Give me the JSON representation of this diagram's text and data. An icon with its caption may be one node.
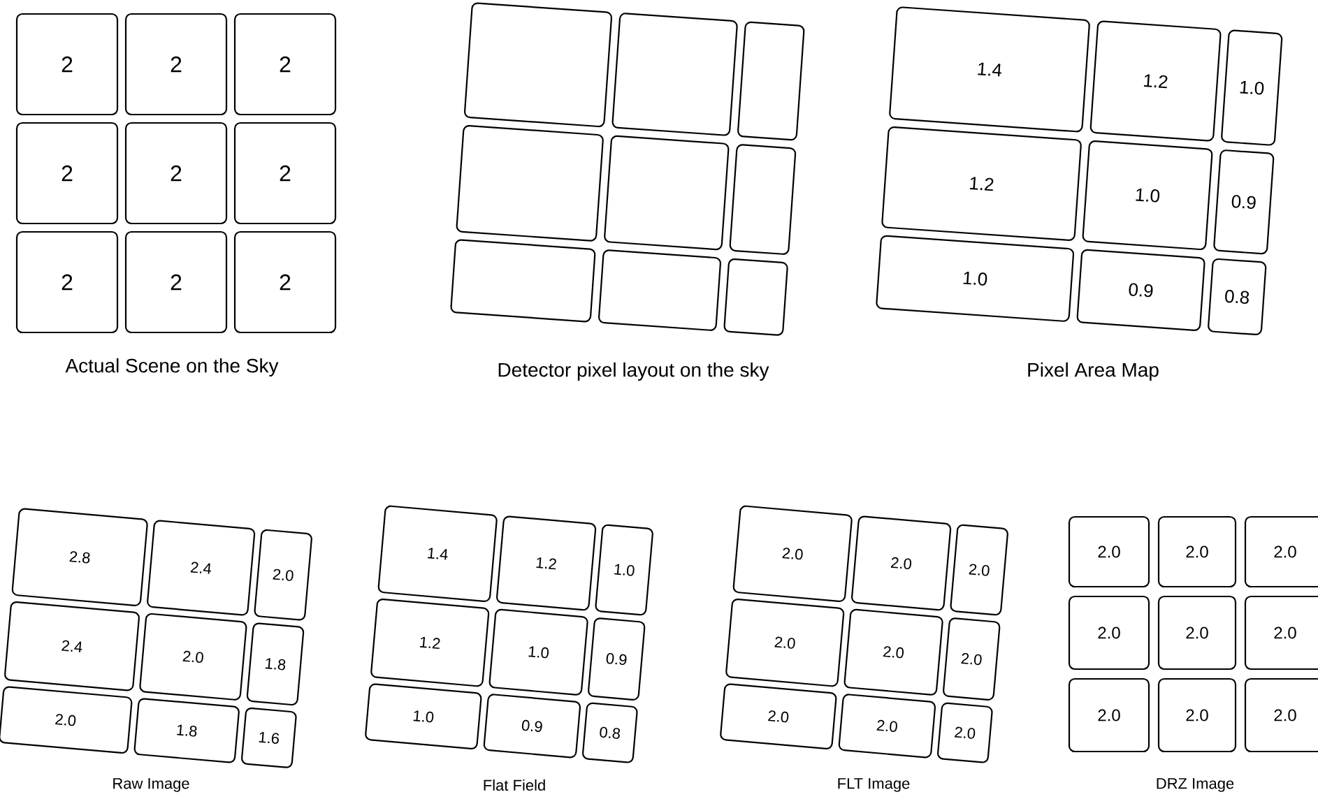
{
  "diagram": {
    "nodes": [
      {
        "text": [
          "2"
        ]
      },
      {
        "text": [
          "2"
        ]
      },
      {
        "text": [
          "2"
        ]
      },
      {
        "text": [
          "2"
        ]
      },
      {
        "text": [
          "2"
        ]
      },
      {
        "text": [
          "2"
        ]
      },
      {
        "text": [
          "2"
        ]
      },
      {
        "text": [
          "2"
        ]
      },
      {
        "text": [
          "2"
        ]
      },
      {
        "text": [],
        "shape": "box"
      },
      {
        "text": [],
        "shape": "box"
      },
      {
        "text": [],
        "shape": "box"
      },
      {
        "text": [],
        "shape": "box"
      },
      {
        "text": [],
        "shape": "box"
      },
      {
        "text": [],
        "shape": "box"
      },
      {
        "text": [],
        "shape": "box"
      },
      {
        "text": [],
        "shape": "box"
      },
      {
        "text": [],
        "shape": "box"
      },
      {
        "text": [
          "1.4"
        ]
      },
      {
        "text": [
          "1.2"
        ]
      },
      {
        "text": [
          "1.0"
        ]
      },
      {
        "text": [
          "1.2"
        ]
      },
      {
        "text": [
          "1.0"
        ]
      },
      {
        "text": [
          "0.9"
        ]
      },
      {
        "text": [
          "1.0"
        ]
      },
      {
        "text": [
          "0.9"
        ]
      },
      {
        "text": [
          "0.8"
        ]
      },
      {
        "text": [
          "2.8"
        ]
      },
      {
        "text": [
          "2.4"
        ]
      },
      {
        "text": [
          "2.0"
        ]
      },
      {
        "text": [
          "2.4"
        ]
      },
      {
        "text": [
          "2.0"
        ]
      },
      {
        "text": [
          "1.8"
        ]
      },
      {
        "text": [
          "2.0"
        ]
      },
      {
        "text": [
          "1.8"
        ]
      },
      {
        "text": [
          "1.6"
        ]
      },
      {
        "text": [
          "1.4"
        ]
      },
      {
        "text": [
          "1.2"
        ]
      },
      {
        "text": [
          "1.0"
        ]
      },
      {
        "text": [
          "1.2"
        ]
      },
      {
        "text": [
          "1.0"
        ]
      },
      {
        "text": [
          "0.9"
        ]
      },
      {
        "text": [
          "1.0"
        ]
      },
      {
        "text": [
          "0.9"
        ]
      },
      {
        "text": [
          "0.8"
        ]
      },
      {
        "text": [
          "2.0"
        ]
      },
      {
        "text": [
          "2.0"
        ]
      },
      {
        "text": [
          "2.0"
        ]
      },
      {
        "text": [
          "2.0"
        ]
      },
      {
        "text": [
          "2.0"
        ]
      },
      {
        "text": [
          "2.0"
        ]
      },
      {
        "text": [
          "2.0"
        ]
      },
      {
        "text": [
          "2.0"
        ]
      },
      {
        "text": [
          "2.0"
        ]
      },
      {
        "text": [
          "2.0"
        ]
      },
      {
        "text": [
          "2.0"
        ]
      },
      {
        "text": [
          "2.0"
        ]
      },
      {
        "text": [
          "2.0"
        ]
      },
      {
        "text": [
          "2.0"
        ]
      },
      {
        "text": [
          "2.0"
        ]
      },
      {
        "text": [
          "2.0"
        ]
      },
      {
        "text": [
          "2.0"
        ]
      },
      {
        "text": [
          "2.0"
        ]
      }
    ],
    "labels": [
      "Actual Scene on the Sky",
      "Detector pixel layout on the sky",
      "Pixel Area Map",
      "Raw Image",
      "Flat Field",
      "FLT Image",
      "DRZ Image"
    ]
  }
}
